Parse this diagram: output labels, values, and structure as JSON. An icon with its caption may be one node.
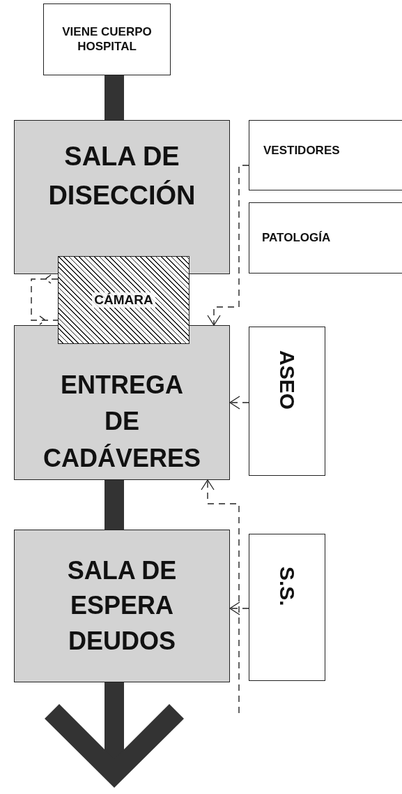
{
  "diagram": {
    "nodes": [
      {
        "text": [
          "VIENE CUERPO HOSPITAL"
        ]
      },
      {
        "text": [
          "SALA DE DISECCIÓN"
        ]
      },
      {
        "text": [
          "VESTIDORES"
        ]
      },
      {
        "text": [
          "PATOLOGÍA"
        ]
      },
      {
        "text": [
          "CÁMARA"
        ]
      },
      {
        "text": [
          "ENTREGA DE CADÁVERES"
        ]
      },
      {
        "text": [
          "ASEO"
        ]
      },
      {
        "text": [
          "SALA DE ESPERA DEUDOS"
        ]
      },
      {
        "text": [
          "S.S."
        ]
      }
    ],
    "edges": [
      {
        "from": 0,
        "to": 1,
        "arrow": "none",
        "style": "thick"
      },
      {
        "from": 5,
        "to": 7,
        "arrow": "none",
        "style": "thick"
      },
      {
        "from": 7,
        "to": null,
        "arrow": "to",
        "style": "thick"
      },
      {
        "from": 2,
        "to": 5,
        "arrow": "to",
        "style": "dashed"
      },
      {
        "from": 4,
        "to": 4,
        "arrow": "to",
        "style": "dashed"
      },
      {
        "from": 6,
        "to": 5,
        "arrow": "to",
        "style": "dashed"
      },
      {
        "from": 8,
        "to": 7,
        "arrow": "to",
        "style": "dashed"
      },
      {
        "from": null,
        "to": 5,
        "arrow": "to",
        "style": "dashed"
      }
    ]
  }
}
